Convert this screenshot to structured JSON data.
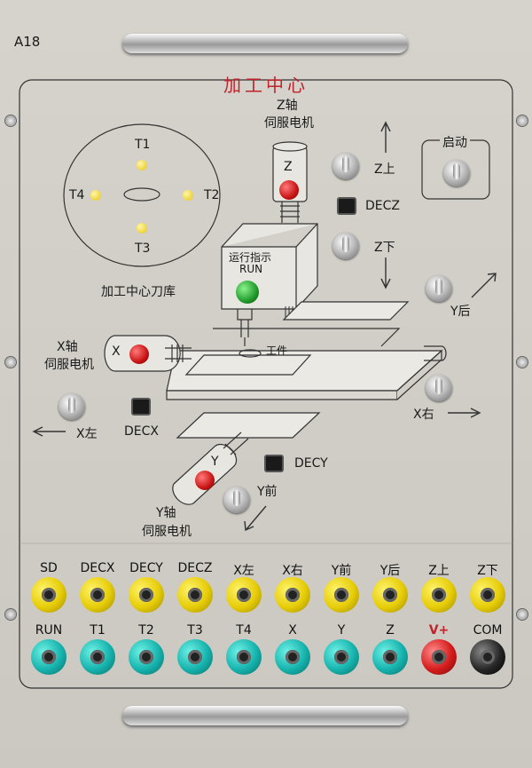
{
  "model": "A18",
  "title": "加工中心",
  "tool_magazine": {
    "t1": "T1",
    "t2": "T2",
    "t3": "T3",
    "t4": "T4",
    "caption": "加工中心刀库"
  },
  "motors": {
    "z_axis": "Z",
    "z_caption_1": "Z轴",
    "z_caption_2": "伺服电机",
    "x_axis": "X",
    "x_caption_1": "X轴",
    "x_caption_2": "伺服电机",
    "y_axis": "Y",
    "y_caption_1": "Y轴",
    "y_caption_2": "伺服电机"
  },
  "spindle": {
    "line1": "运行指示",
    "line2": "RUN"
  },
  "workpiece": "工件",
  "controls": {
    "start": "启动",
    "z_up": "Z上",
    "z_down": "Z下",
    "decz": "DECZ",
    "y_back": "Y后",
    "x_right": "X右",
    "x_left": "X左",
    "decx": "DECX",
    "decy": "DECY",
    "y_front": "Y前"
  },
  "terminals_row1": [
    "SD",
    "DECX",
    "DECY",
    "DECZ",
    "X左",
    "X右",
    "Y前",
    "Y后",
    "Z上",
    "Z下"
  ],
  "terminals_row2": [
    "RUN",
    "T1",
    "T2",
    "T3",
    "T4",
    "X",
    "Y",
    "Z",
    "V+",
    "COM"
  ],
  "colors": {
    "accent_title": "#c0232a",
    "jack_yellow": "#e6cc08",
    "jack_teal": "#16b3ad",
    "jack_red": "#d51c1c",
    "jack_black": "#262626",
    "led_red": "#c81414",
    "led_green": "#1f9a2a",
    "led_amber": "#e8c20a"
  }
}
